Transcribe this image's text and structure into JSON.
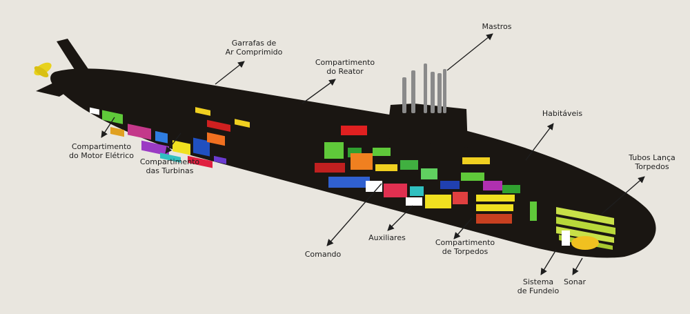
{
  "labels": {
    "garrafas": [
      "Garrafas de",
      "Ar Comprimido"
    ],
    "reator": [
      "Compartimento",
      "do Reator"
    ],
    "mastros": [
      "Mastros"
    ],
    "habitaveis": [
      "Habitáveis"
    ],
    "tubos": [
      "Tubos Lança",
      "Torpedos"
    ],
    "motor": [
      "Compartimento",
      "do Motor Elétrico"
    ],
    "turbinas": [
      "Compartimento",
      "das Turbinas"
    ],
    "comando": [
      "Comando"
    ],
    "auxiliares": [
      "Auxiliares"
    ],
    "torpedos": [
      "Compartimento",
      "de Torpedos"
    ],
    "fundeio": [
      "Sistema",
      "de Fundeio"
    ],
    "sonar": [
      "Sonar"
    ]
  },
  "colors": {
    "background": "#e9e6df",
    "hull": "#1a1612",
    "propeller": "#e8d21e",
    "line": "#1e1e1e"
  }
}
